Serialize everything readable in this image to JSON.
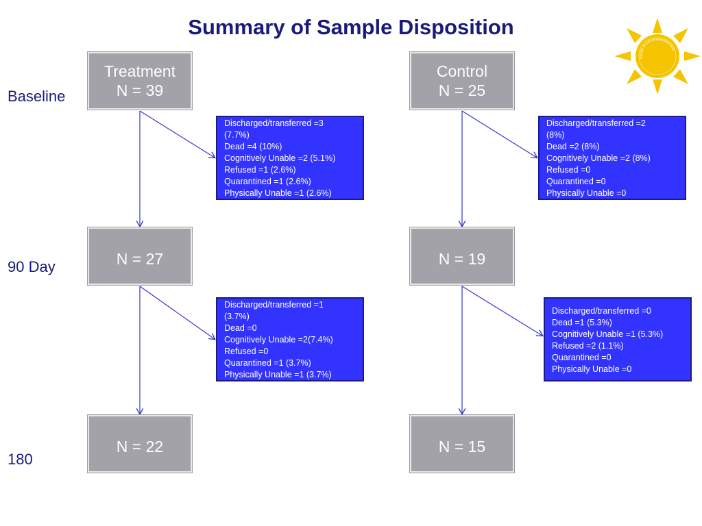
{
  "title": "Summary of Sample Disposition",
  "row_labels": {
    "baseline": "Baseline",
    "day90": "90 Day",
    "day180": "180"
  },
  "treatment": {
    "baseline": {
      "name": "Treatment",
      "n": "N = 39"
    },
    "day90": {
      "n": "N = 27"
    },
    "day180": {
      "n": "N = 22"
    },
    "attrition_1": [
      "Discharged/transferred =3",
      "(7.7%)",
      "Dead =4  (10%)",
      "Cognitively Unable =2  (5.1%)",
      "Refused =1 (2.6%)",
      "Quarantined =1 (2.6%)",
      "Physically Unable =1 (2.6%)"
    ],
    "attrition_2": [
      "Discharged/transferred =1",
      "(3.7%)",
      "Dead =0",
      "Cognitively Unable =2(7.4%)",
      "Refused =0",
      "Quarantined =1 (3.7%)",
      "Physically Unable =1 (3.7%)"
    ]
  },
  "control": {
    "baseline": {
      "name": "Control",
      "n": "N = 25"
    },
    "day90": {
      "n": "N = 19"
    },
    "day180": {
      "n": "N = 15"
    },
    "attrition_1": [
      "Discharged/transferred =2",
      "(8%)",
      "Dead =2 (8%)",
      "Cognitively Unable =2 (8%)",
      "Refused =0",
      "Quarantined =0",
      "Physically Unable =0"
    ],
    "attrition_2": [
      "Discharged/transferred =0",
      "Dead =1 (5.3%)",
      "Cognitively Unable =1 (5.3%)",
      "Refused =2 (1.1%)",
      "Quarantined =0",
      "Physically Unable =0"
    ]
  },
  "logo": {
    "text": "Quality of Life Assessment and Care Planning",
    "color": "#f5c400"
  },
  "colors": {
    "title": "#1a1a7a",
    "node": "#a2a2a8",
    "info": "#3333ff",
    "arrow": "#3333cc"
  }
}
